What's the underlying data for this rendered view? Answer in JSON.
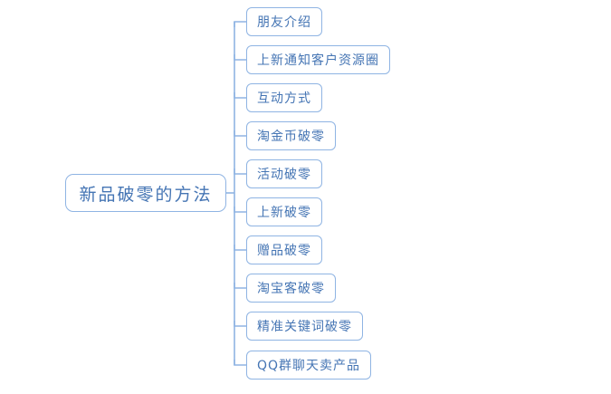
{
  "diagram": {
    "type": "mind-map",
    "orientation": "left-to-right",
    "background_color": "#ffffff",
    "node_border_color": "#8fb4e3",
    "node_fill_color": "#ffffff",
    "node_text_color": "#4575b4",
    "connector_color": "#8fb4e3",
    "root": {
      "label": "新品破零的方法"
    },
    "children": [
      {
        "label": "朋友介绍"
      },
      {
        "label": "上新通知客户资源圈"
      },
      {
        "label": "互动方式"
      },
      {
        "label": "淘金币破零"
      },
      {
        "label": "活动破零"
      },
      {
        "label": "上新破零"
      },
      {
        "label": "赠品破零"
      },
      {
        "label": "淘宝客破零"
      },
      {
        "label": "精准关键词破零"
      },
      {
        "label": "QQ群聊天卖产品"
      }
    ]
  }
}
